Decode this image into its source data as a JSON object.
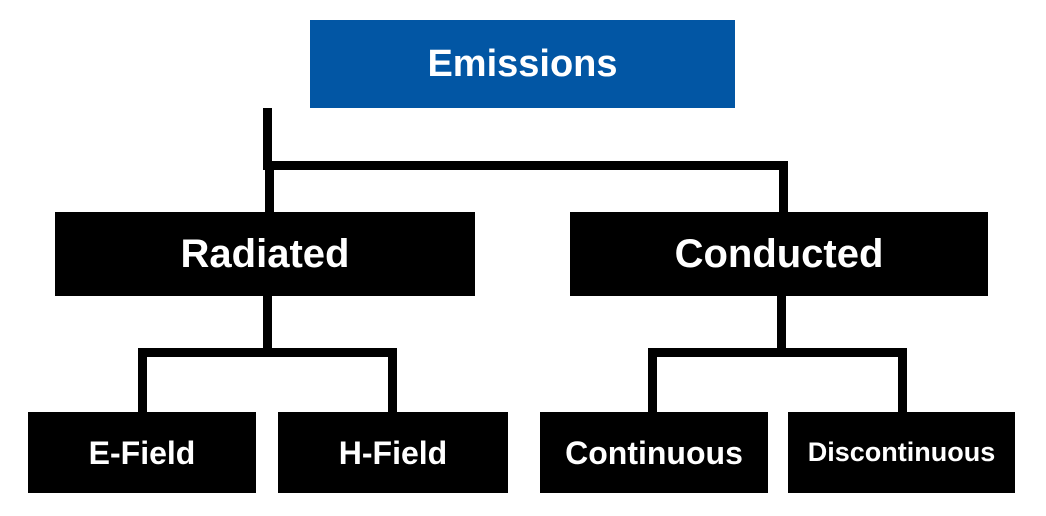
{
  "diagram": {
    "type": "tree-hierarchy",
    "title": "Emissions",
    "colors": {
      "root_fill": "#0256A4",
      "node_fill": "#000000",
      "node_text": "#FFFFFF",
      "connector": "#000000",
      "background": "#FFFFFF"
    },
    "levels": [
      {
        "level": 1,
        "nodes": [
          {
            "id": "emissions",
            "label": "Emissions",
            "style": "root"
          }
        ]
      },
      {
        "level": 2,
        "nodes": [
          {
            "id": "radiated",
            "label": "Radiated",
            "style": "branch",
            "parent": "emissions"
          },
          {
            "id": "conducted",
            "label": "Conducted",
            "style": "branch",
            "parent": "emissions"
          }
        ]
      },
      {
        "level": 3,
        "nodes": [
          {
            "id": "e-field",
            "label": "E-Field",
            "style": "leaf",
            "parent": "radiated"
          },
          {
            "id": "h-field",
            "label": "H-Field",
            "style": "leaf",
            "parent": "radiated"
          },
          {
            "id": "continuous",
            "label": "Continuous",
            "style": "leaf",
            "parent": "conducted"
          },
          {
            "id": "discontinuous",
            "label": "Discontinuous",
            "style": "leaf",
            "parent": "conducted"
          }
        ]
      }
    ],
    "nodes": {
      "emissions": {
        "label": "Emissions"
      },
      "radiated": {
        "label": "Radiated"
      },
      "conducted": {
        "label": "Conducted"
      },
      "e_field": {
        "label": "E-Field"
      },
      "h_field": {
        "label": "H-Field"
      },
      "continuous": {
        "label": "Continuous"
      },
      "discontinuous": {
        "label": "Discontinuous"
      }
    },
    "edges": [
      {
        "from": "emissions",
        "to": "radiated"
      },
      {
        "from": "emissions",
        "to": "conducted"
      },
      {
        "from": "radiated",
        "to": "e_field"
      },
      {
        "from": "radiated",
        "to": "h_field"
      },
      {
        "from": "conducted",
        "to": "continuous"
      },
      {
        "from": "conducted",
        "to": "discontinuous"
      }
    ]
  }
}
